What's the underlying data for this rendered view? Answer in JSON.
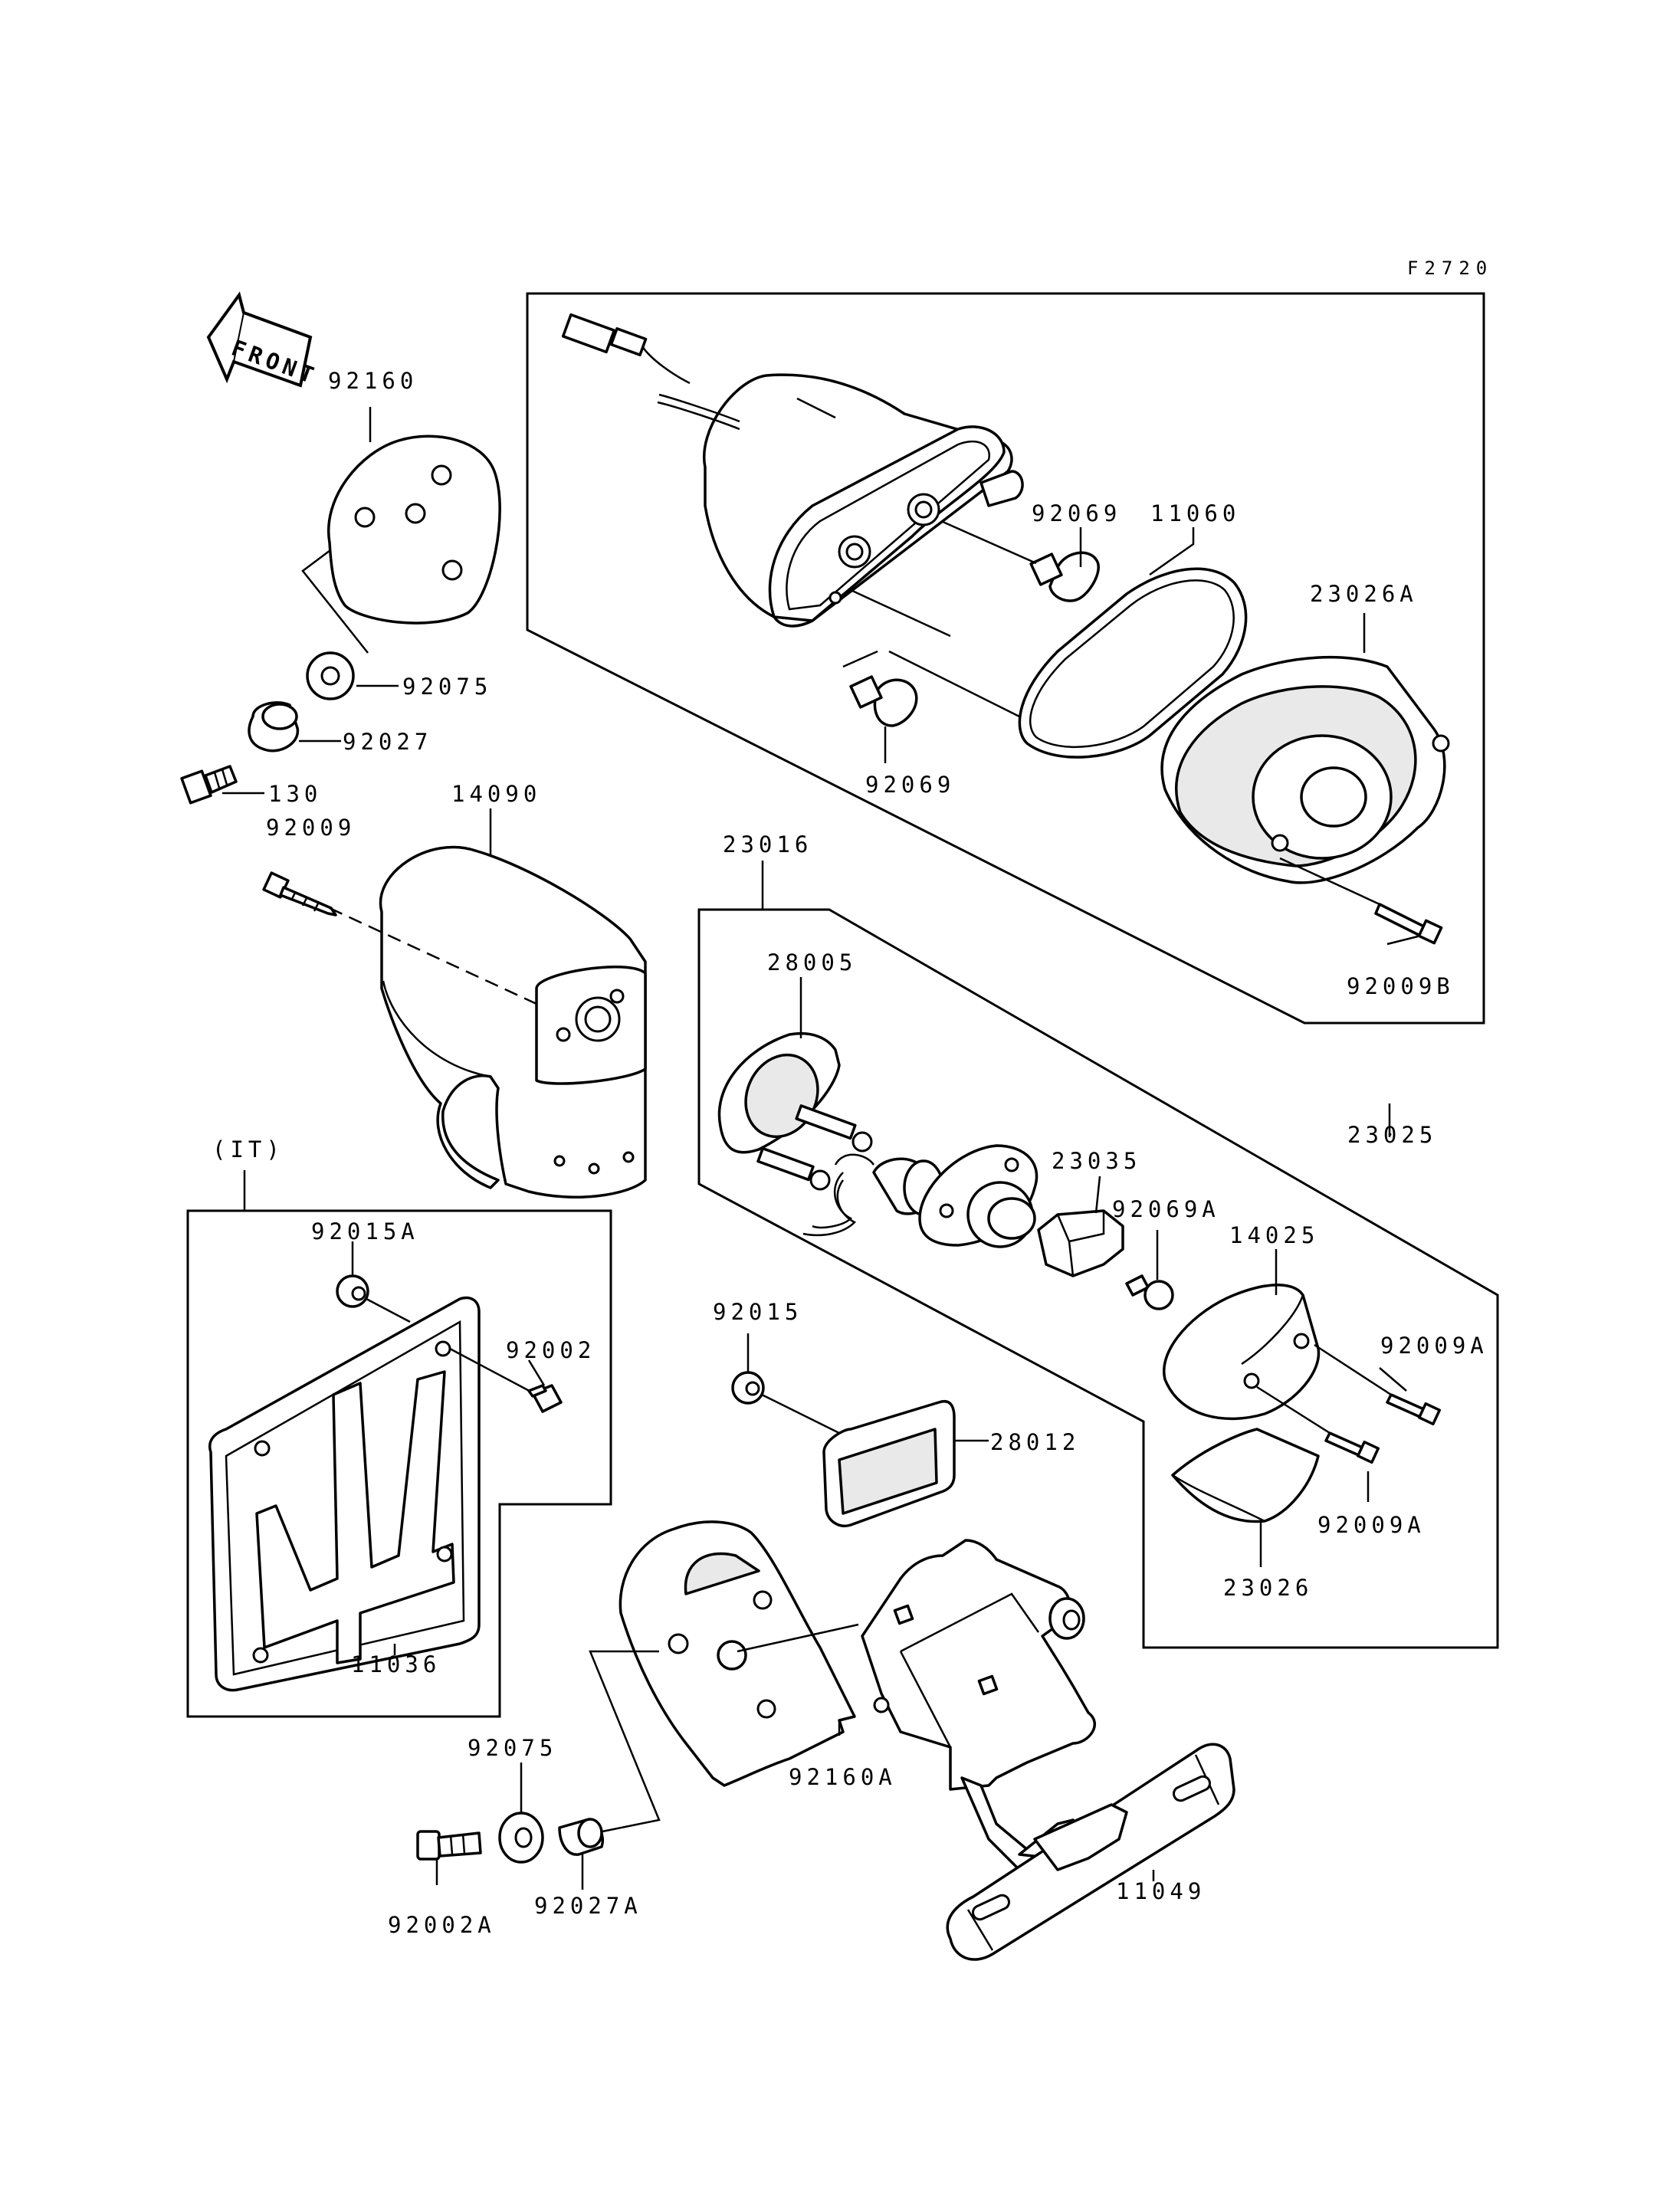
{
  "figure_code": "F2720",
  "front_label": "FRONT",
  "group_label": "(IT)",
  "part_numbers": {
    "p92160": "92160",
    "p92075_top": "92075",
    "p92027": "92027",
    "p130": "130",
    "p92009": "92009",
    "p14090": "14090",
    "p92069_top": "92069",
    "p11060": "11060",
    "p23026A": "23026A",
    "p92069_bottom": "92069",
    "p92009B": "92009B",
    "p23025": "23025",
    "p23016": "23016",
    "p28005": "28005",
    "p23035": "23035",
    "p92069A": "92069A",
    "p14025": "14025",
    "p92009A_right": "92009A",
    "p92009A_lower": "92009A",
    "p23026": "23026",
    "p92015": "92015",
    "p28012": "28012",
    "p92015A": "92015A",
    "p92002": "92002",
    "p11036": "11036",
    "p92160A": "92160A",
    "p92075_bottom": "92075",
    "p92027A": "92027A",
    "p92002A": "92002A",
    "p11049": "11049"
  }
}
